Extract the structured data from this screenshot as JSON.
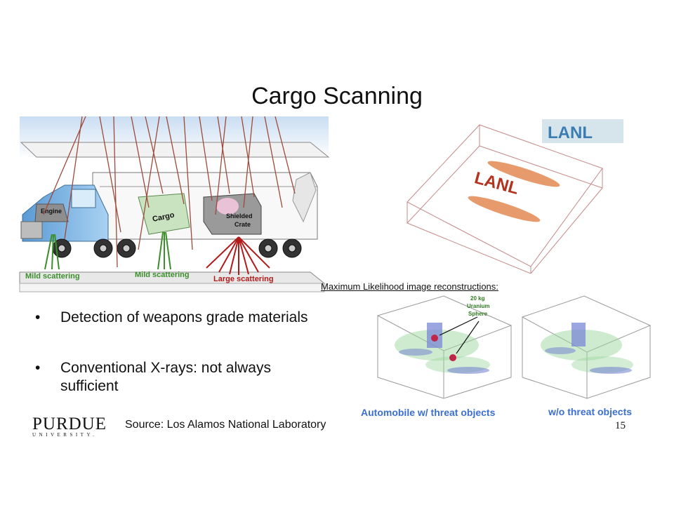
{
  "slide": {
    "title": "Cargo Scanning",
    "bullets": [
      "Detection of weapons grade materials",
      "Conventional X-rays: not always sufficient"
    ],
    "bullet_symbol": "•",
    "source": "Source: Los Alamos National Laboratory",
    "page_number": "15",
    "logo": {
      "word": "PURDUE",
      "subword": "UNIVERSITY."
    }
  },
  "illustration": {
    "engine_label": "Engine",
    "cargo_label": "Cargo",
    "crate_label_line1": "Shielded",
    "crate_label_line2": "Crate",
    "mild_left": "Mild scattering",
    "mild_center": "Mild scattering",
    "large": "Large scattering"
  },
  "reconstruction": {
    "header": "Maximum Likelihood image reconstructions:",
    "lanl_text": "LANL",
    "annotation_line1": "20 kg",
    "annotation_line2": "Uranium",
    "annotation_line3": "Sphere",
    "caption_left": "Automobile w/ threat objects",
    "caption_right": "w/o threat objects"
  },
  "colors": {
    "caption_blue": "#3b6fd1",
    "ray_brown": "#9c4a3a",
    "scatter_green": "#3a8f2a",
    "scatter_red": "#b21a1a",
    "truck_blue": "#7fb7e6"
  }
}
